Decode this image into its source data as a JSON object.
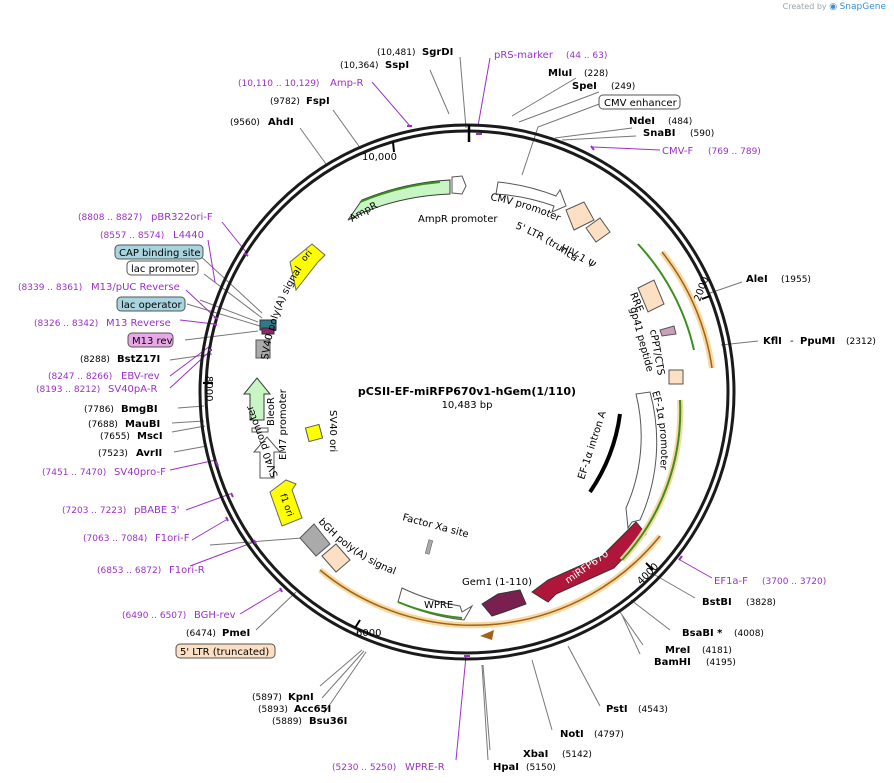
{
  "credit": {
    "prefix": "Created by",
    "brand": "SnapGene"
  },
  "plasmid": {
    "name": "pCSII-EF-miRFP670v1-hGem(1/110)",
    "size": "10,483 bp"
  },
  "ring_ticks": [
    "10,000",
    "2000",
    "4000",
    "6000",
    "8000"
  ],
  "colors": {
    "enzyme_line": "#777777",
    "primer": "#9b30c8",
    "feature_gray": "#aaaaaa"
  },
  "labels": [
    {
      "id": "sgrdi",
      "text": "SgrDI",
      "coord": "(10,481)",
      "kind": "enzyme"
    },
    {
      "id": "sspi",
      "text": "SspI",
      "coord": "(10,364)",
      "kind": "enzyme"
    },
    {
      "id": "amp-r",
      "text": "Amp-R",
      "coord": "(10,110 .. 10,129)",
      "kind": "primer"
    },
    {
      "id": "fspi",
      "text": "FspI",
      "coord": "(9782)",
      "kind": "enzyme"
    },
    {
      "id": "ahdi",
      "text": "AhdI",
      "coord": "(9560)",
      "kind": "enzyme"
    },
    {
      "id": "prs-marker",
      "text": "pRS-marker",
      "coord": "(44 .. 63)",
      "kind": "primer"
    },
    {
      "id": "mlui",
      "text": "MluI",
      "coord": "(228)",
      "kind": "enzyme"
    },
    {
      "id": "spei",
      "text": "SpeI",
      "coord": "(249)",
      "kind": "enzyme"
    },
    {
      "id": "cmv-enh",
      "text": "CMV enhancer",
      "coord": "",
      "kind": "box"
    },
    {
      "id": "ndei",
      "text": "NdeI",
      "coord": "(484)",
      "kind": "enzyme"
    },
    {
      "id": "snabi",
      "text": "SnaBI",
      "coord": "(590)",
      "kind": "enzyme"
    },
    {
      "id": "cmv-f",
      "text": "CMV-F",
      "coord": "(769 .. 789)",
      "kind": "primer"
    },
    {
      "id": "alei",
      "text": "AleI",
      "coord": "(1955)",
      "kind": "enzyme"
    },
    {
      "id": "kfli",
      "text": "KflI",
      "coord": "",
      "kind": "enzyme"
    },
    {
      "id": "ppumi",
      "text": "PpuMI",
      "coord": "(2312)",
      "kind": "enzyme"
    },
    {
      "id": "pbr322",
      "text": "pBR322ori-F",
      "coord": "(8808 .. 8827)",
      "kind": "primer"
    },
    {
      "id": "l4440",
      "text": "L4440",
      "coord": "(8557 .. 8574)",
      "kind": "primer"
    },
    {
      "id": "cap",
      "text": "CAP binding site",
      "coord": "",
      "kind": "box"
    },
    {
      "id": "lacprom",
      "text": "lac promoter",
      "coord": "",
      "kind": "box"
    },
    {
      "id": "m13puc",
      "text": "M13/pUC Reverse",
      "coord": "(8339 .. 8361)",
      "kind": "primer"
    },
    {
      "id": "lacop",
      "text": "lac operator",
      "coord": "",
      "kind": "box"
    },
    {
      "id": "m13r",
      "text": "M13 Reverse",
      "coord": "(8326 .. 8342)",
      "kind": "primer"
    },
    {
      "id": "m13rev",
      "text": "M13 rev",
      "coord": "",
      "kind": "box"
    },
    {
      "id": "bstz17i",
      "text": "BstZ17I",
      "coord": "(8288)",
      "kind": "enzyme"
    },
    {
      "id": "ebvrev",
      "text": "EBV-rev",
      "coord": "(8247 .. 8266)",
      "kind": "primer"
    },
    {
      "id": "sv40par",
      "text": "SV40pA-R",
      "coord": "(8193 .. 8212)",
      "kind": "primer"
    },
    {
      "id": "bmgbi",
      "text": "BmgBI",
      "coord": "(7786)",
      "kind": "enzyme"
    },
    {
      "id": "maubi",
      "text": "MauBI",
      "coord": "(7688)",
      "kind": "enzyme"
    },
    {
      "id": "msci",
      "text": "MscI",
      "coord": "(7655)",
      "kind": "enzyme"
    },
    {
      "id": "avrii",
      "text": "AvrII",
      "coord": "(7523)",
      "kind": "enzyme"
    },
    {
      "id": "sv40pro",
      "text": "SV40pro-F",
      "coord": "(7451 .. 7470)",
      "kind": "primer"
    },
    {
      "id": "pbabe",
      "text": "pBABE 3'",
      "coord": "(7203 .. 7223)",
      "kind": "primer"
    },
    {
      "id": "f1orif",
      "text": "F1ori-F",
      "coord": "(7063 .. 7084)",
      "kind": "primer"
    },
    {
      "id": "f1orir",
      "text": "F1ori-R",
      "coord": "(6853 .. 6872)",
      "kind": "primer"
    },
    {
      "id": "bghrev",
      "text": "BGH-rev",
      "coord": "(6490 .. 6507)",
      "kind": "primer"
    },
    {
      "id": "pmei",
      "text": "PmeI",
      "coord": "(6474)",
      "kind": "enzyme"
    },
    {
      "id": "ltr5",
      "text": "5' LTR (truncated)",
      "coord": "",
      "kind": "box"
    },
    {
      "id": "kpni",
      "text": "KpnI",
      "coord": "(5897)",
      "kind": "enzyme"
    },
    {
      "id": "acc65i",
      "text": "Acc65I",
      "coord": "(5893)",
      "kind": "enzyme"
    },
    {
      "id": "bsu36i",
      "text": "Bsu36I",
      "coord": "(5889)",
      "kind": "enzyme"
    },
    {
      "id": "wpre-r",
      "text": "WPRE-R",
      "coord": "(5230 .. 5250)",
      "kind": "primer"
    },
    {
      "id": "hpai",
      "text": "HpaI",
      "coord": "(5150)",
      "kind": "enzyme"
    },
    {
      "id": "xbai",
      "text": "XbaI",
      "coord": "(5142)",
      "kind": "enzyme"
    },
    {
      "id": "noti",
      "text": "NotI",
      "coord": "(4797)",
      "kind": "enzyme"
    },
    {
      "id": "psti",
      "text": "PstI",
      "coord": "(4543)",
      "kind": "enzyme"
    },
    {
      "id": "bamhi",
      "text": "BamHI",
      "coord": "(4195)",
      "kind": "enzyme"
    },
    {
      "id": "mrei",
      "text": "MreI",
      "coord": "(4181)",
      "kind": "enzyme"
    },
    {
      "id": "bsabi",
      "text": "BsaBI *",
      "coord": "(4008)",
      "kind": "enzyme"
    },
    {
      "id": "bstbi",
      "text": "BstBI",
      "coord": "(3828)",
      "kind": "enzyme"
    },
    {
      "id": "ef1af",
      "text": "EF1a-F",
      "coord": "(3700 .. 3720)",
      "kind": "primer"
    }
  ],
  "features": {
    "cmv_promoter": "CMV promoter",
    "ltr_trunc": "5' LTR (truncated)",
    "hiv1": "HIV-1 Ψ",
    "rre": "RRE",
    "gp41": "gp41 peptide",
    "cppt": "cPPT/CTS",
    "ef1a_intron": "EF-1α intron A",
    "ef1a_prom": "EF-1α promoter",
    "mirfp": "miRFP670",
    "gem1": "Gem1 (1-110)",
    "factor_xa": "Factor Xa site",
    "wpre": "WPRE",
    "bgh": "bGH poly(A) signal",
    "f1ori": "f1 ori",
    "sv40prom": "SV40 promoter",
    "em7": "EM7 promoter",
    "bleor": "BleoR",
    "sv40ori": "SV40 ori",
    "sv40polya": "SV40 poly(A) signal",
    "ori": "ori",
    "ampr": "AmpR",
    "ampr_prom": "AmpR promoter"
  }
}
